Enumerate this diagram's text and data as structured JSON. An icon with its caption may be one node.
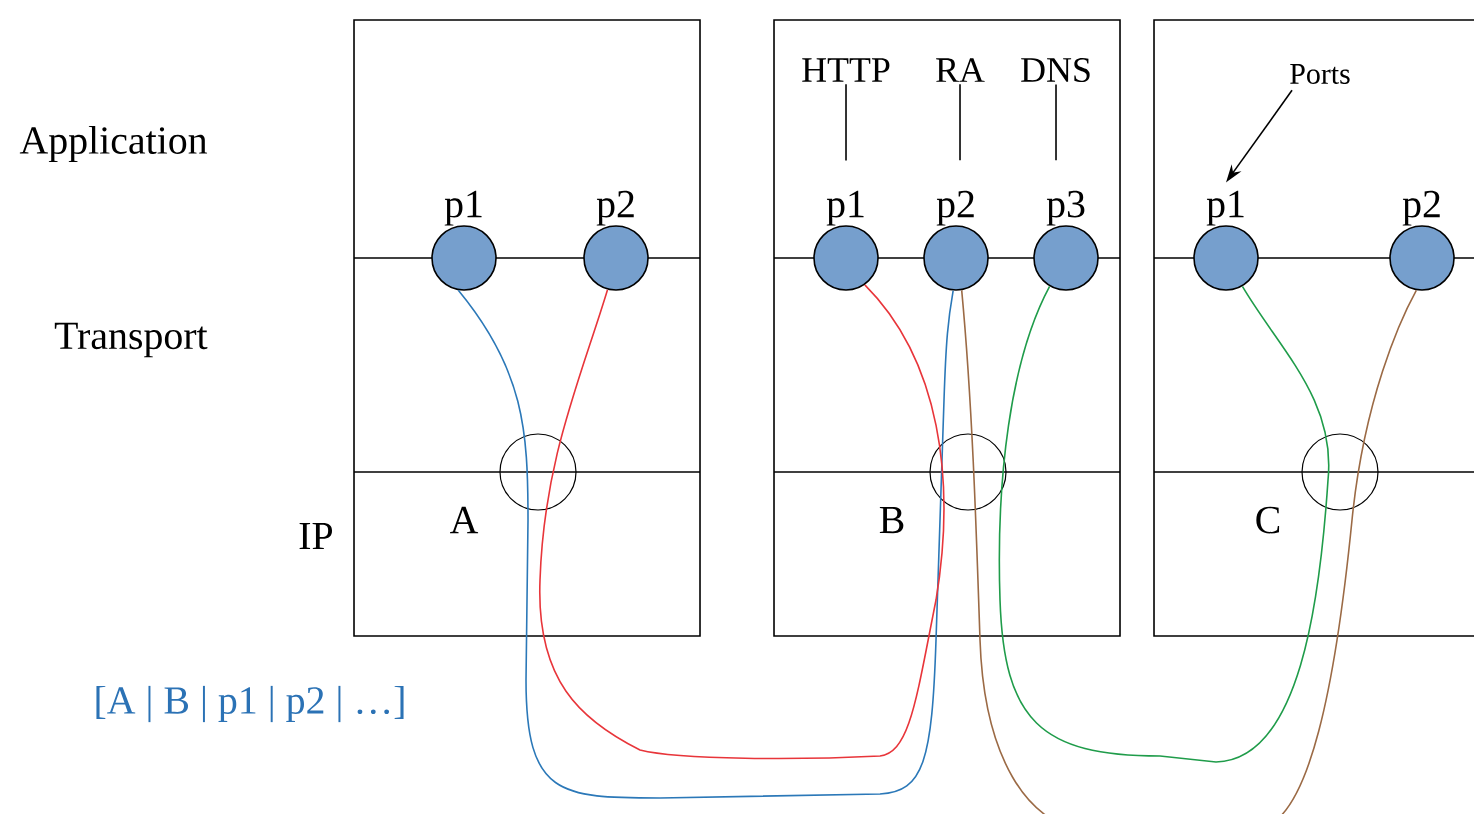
{
  "diagram": {
    "nodes": [
      {
        "text": [],
        "shape": "box"
      },
      {
        "text": [
          "p1"
        ],
        "in": 0
      },
      {
        "text": [
          "p2"
        ],
        "in": 0
      },
      {
        "text": [],
        "shape": "box"
      },
      {
        "text": [
          "HTTP"
        ],
        "in": 3
      },
      {
        "text": [
          "RA"
        ],
        "in": 3
      },
      {
        "text": [
          "DNS"
        ],
        "in": 3
      },
      {
        "text": [
          "p1"
        ],
        "in": 3
      },
      {
        "text": [
          "p2"
        ],
        "in": 3
      },
      {
        "text": [
          "p3"
        ],
        "in": 3
      },
      {
        "text": [],
        "shape": "box"
      },
      {
        "text": [
          "Ports"
        ],
        "in": 10
      },
      {
        "text": [
          "p1"
        ],
        "in": 10
      },
      {
        "text": [
          "p2"
        ],
        "in": 10
      }
    ],
    "edges": [
      {
        "from": 1,
        "to": 8,
        "arrow": "none",
        "color": "#2b78b8"
      },
      {
        "from": 2,
        "to": 7,
        "arrow": "none",
        "color": "#e8353a"
      },
      {
        "from": 9,
        "to": 12,
        "arrow": "none",
        "color": "#1f9c4a"
      },
      {
        "from": 8,
        "to": 13,
        "arrow": "none",
        "color": "#9b6a45"
      },
      {
        "from": 4,
        "to": 7,
        "arrow": "none"
      },
      {
        "from": 5,
        "to": 8,
        "arrow": "none"
      },
      {
        "from": 6,
        "to": 9,
        "arrow": "none"
      },
      {
        "from": 11,
        "to": 12,
        "arrow": "to"
      }
    ],
    "labels": [
      "Application",
      "Transport",
      "IP",
      "A",
      "B",
      "C",
      "[A | B | p1 | p2 | …]"
    ]
  }
}
